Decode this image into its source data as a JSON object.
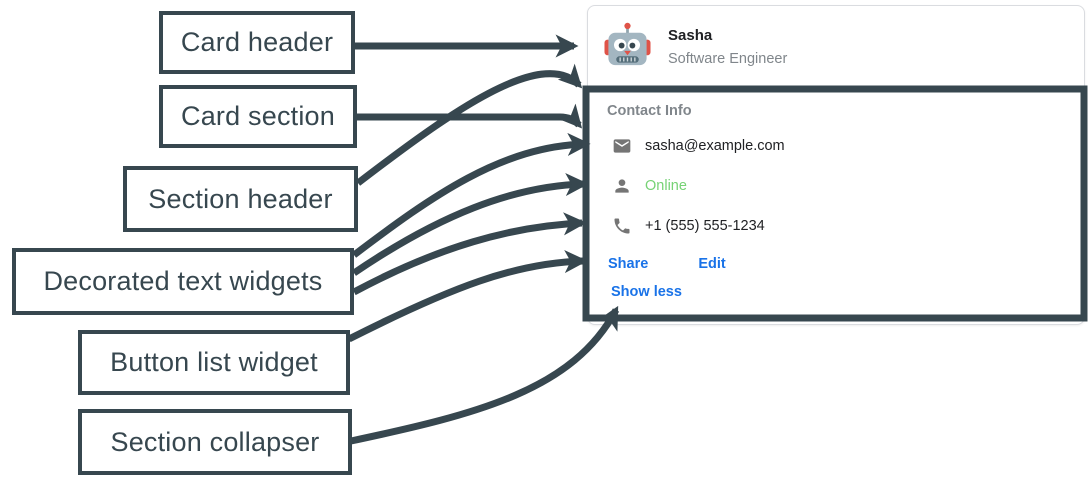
{
  "diagram": {
    "annotation_color": "#37474f",
    "labels": [
      {
        "id": "card-header",
        "text": "Card header"
      },
      {
        "id": "card-section",
        "text": "Card section"
      },
      {
        "id": "section-header",
        "text": "Section header"
      },
      {
        "id": "decorated-text-widgets",
        "text": "Decorated text widgets"
      },
      {
        "id": "button-list-widget",
        "text": "Button list widget"
      },
      {
        "id": "section-collapser",
        "text": "Section collapser"
      }
    ]
  },
  "card": {
    "border_color": "#dadce0",
    "header": {
      "avatar_icon": "robot-avatar-icon",
      "name": "Sasha",
      "subtitle": "Software Engineer"
    },
    "section": {
      "header": "Contact Info",
      "rows": [
        {
          "icon": "email-icon",
          "text": "sasha@example.com",
          "color": "#202124"
        },
        {
          "icon": "person-icon",
          "text": "Online",
          "color": "#76d275"
        },
        {
          "icon": "phone-icon",
          "text": "+1 (555) 555-1234",
          "color": "#202124"
        }
      ],
      "buttons": [
        "Share",
        "Edit"
      ],
      "collapser_label": "Show less"
    },
    "colors": {
      "accent_blue": "#1a73e8",
      "online_green": "#76d275",
      "icon_gray": "#757575",
      "muted_text_gray": "#80868b"
    }
  }
}
